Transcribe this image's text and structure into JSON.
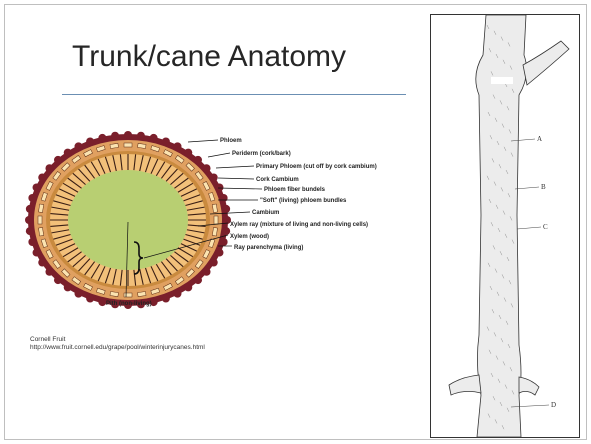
{
  "slide": {
    "title": "Trunk/cane Anatomy",
    "source_line1": "Cornell Fruit",
    "source_line2": "http://www.fruit.cornell.edu/grape/pool/winterinjurycanes.html"
  },
  "cross_section": {
    "labels": [
      "Phloem",
      "Periderm (cork/bark)",
      "Primary Phloem (cut off by cork cambium)",
      "Cork Cambium",
      "Phloem fiber bundels",
      "\"Soft\" (living) phloem bundles",
      "Cambium",
      "Xylem ray (mixture of living and non-living cells)",
      "Xylem (wood)",
      "Ray parenchyma (living)",
      "Pith (non-living)"
    ],
    "colors": {
      "bark": "#7a1f2b",
      "phloem": "#e0a060",
      "xylem": "#f2c07a",
      "rays": "#3a1e14",
      "pith": "#b8cf72"
    }
  },
  "trunk": {
    "labels": [
      "A",
      "B",
      "C",
      "D"
    ]
  },
  "colors": {
    "accent_rule": "#6b8fb3",
    "title_text": "#262626"
  }
}
